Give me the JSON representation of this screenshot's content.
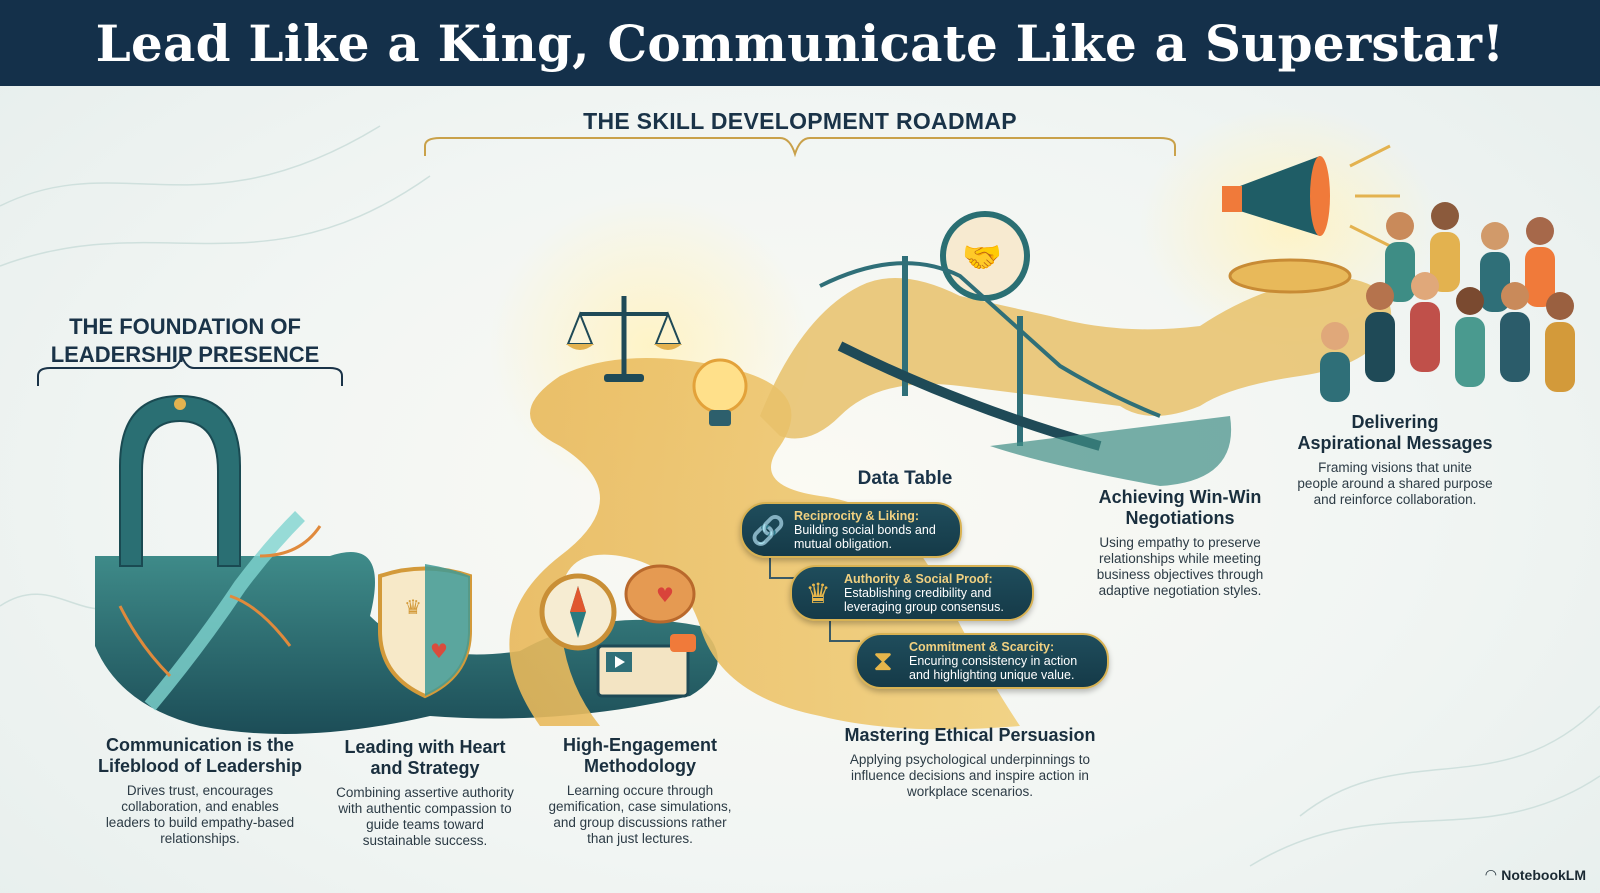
{
  "title": "Lead Like a King, Communicate Like a Superstar!",
  "roadmap_heading": "THE SKILL DEVELOPMENT ROADMAP",
  "foundation_heading": [
    "THE FOUNDATION OF",
    "LEADERSHIP PRESENCE"
  ],
  "data_table_heading": "Data Table",
  "stages": [
    {
      "title": [
        "Communication is the",
        "Lifeblood of Leadership"
      ],
      "desc": [
        "Drives trust, encourages",
        "collaboration, and enables",
        "leaders to build empathy-based",
        "relationships."
      ]
    },
    {
      "title": [
        "Leading with Heart",
        "and Strategy"
      ],
      "desc": [
        "Combining assertive authority",
        "with authentic compassion to",
        "guide teams toward",
        "sustainable success."
      ]
    },
    {
      "title": [
        "High-Engagement",
        "Methodology"
      ],
      "desc": [
        "Learning occure through",
        "gemification, case simulations,",
        "and group discussions rather",
        "than just lectures."
      ]
    },
    {
      "title": [
        "Mastering Ethical Persuasion"
      ],
      "desc": [
        "Applying psychological underpinnings to",
        "influence decisions and inspire action in",
        "workplace scenarios."
      ]
    },
    {
      "title": [
        "Achieving Win-Win",
        "Negotiations"
      ],
      "desc": [
        "Using empathy to preserve",
        "relationships while meeting",
        "business objectives through",
        "adaptive negotiation styles."
      ]
    },
    {
      "title": [
        "Delivering",
        "Aspirational Messages"
      ],
      "desc": [
        "Framing visions that unite",
        "people around a shared purpose",
        "and reinforce collaboration."
      ]
    }
  ],
  "data_table": [
    {
      "label": "Reciprocity & Liking:",
      "text": [
        "Building social bonds and",
        "mutual obligation."
      ],
      "icon": "chain-link-icon"
    },
    {
      "label": "Authority & Social Proof:",
      "text": [
        "Establishing credibility and",
        "leveraging group consensus."
      ],
      "icon": "crown-icon"
    },
    {
      "label": "Commitment & Scarcity:",
      "text": [
        "Encuring consistency in action",
        "and highlighting unique value."
      ],
      "icon": "hourglass-icon"
    }
  ],
  "brand": "NotebookLM",
  "colors": {
    "banner": "#14304a",
    "teal": "#1f5b63",
    "gold": "#e3b24f",
    "accent": "#f07a3a"
  }
}
